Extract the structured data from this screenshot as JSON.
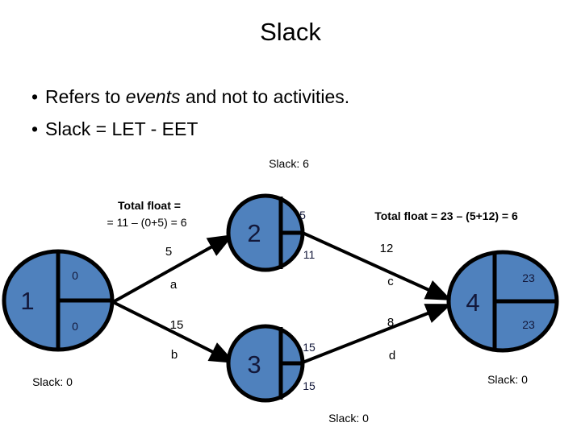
{
  "slide": {
    "title": "Slack",
    "bullets": [
      {
        "marker": "•",
        "pre": "Refers to ",
        "em": "events",
        "post": " and not to activities."
      },
      {
        "marker": "•",
        "pre": "Slack = LET - EET",
        "em": "",
        "post": ""
      }
    ]
  },
  "diagram": {
    "type": "activity-on-arrow-network",
    "nodes": [
      {
        "id": "1",
        "label": "1",
        "eet": "0",
        "let": "0",
        "slack": "Slack: 0"
      },
      {
        "id": "2",
        "label": "2",
        "eet": "5",
        "let": "11",
        "slack": "Slack: 6"
      },
      {
        "id": "3",
        "label": "3",
        "eet": "15",
        "let": "15",
        "slack": "Slack: 0"
      },
      {
        "id": "4",
        "label": "4",
        "eet": "23",
        "let": "23",
        "slack": "Slack: 0"
      }
    ],
    "edges": [
      {
        "name": "a",
        "duration": "5",
        "from": "1",
        "to": "2"
      },
      {
        "name": "b",
        "duration": "15",
        "from": "1",
        "to": "3"
      },
      {
        "name": "c",
        "duration": "12",
        "from": "2",
        "to": "4"
      },
      {
        "name": "d",
        "duration": "8",
        "from": "3",
        "to": "4"
      }
    ],
    "notes": [
      {
        "id": "note-left",
        "line1": "Total float =",
        "line2": "= 11 – (0+5) = 6"
      },
      {
        "id": "note-right",
        "line1": "Total float = 23 – (5+12) = 6",
        "line2": ""
      }
    ],
    "colors": {
      "node_fill": "#4F81BD",
      "node_stroke": "#000000",
      "edge_stroke": "#000000",
      "text": "#13183a"
    }
  }
}
